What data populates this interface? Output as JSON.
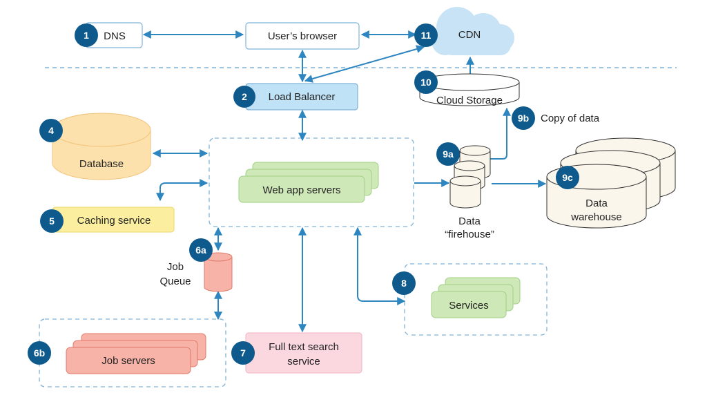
{
  "colors": {
    "badge": "#0f5a8c",
    "arrow": "#2e86c1",
    "dashed": "#7fb3d8",
    "load_balancer_fill": "#bfe2f6",
    "database_fill": "#fde1ad",
    "caching_fill": "#fbef9f",
    "web_servers_fill": "#cfe8b8",
    "services_fill": "#cfe8b8",
    "job_queue_fill": "#f7b3a8",
    "job_servers_fill": "#f7b3a8",
    "search_fill": "#fbd7e0",
    "cdn_fill": "#c8e3f6",
    "storage_fill": "#ffffff",
    "firehose_fill": "#fbf6ec",
    "warehouse_fill": "#fbf6ec"
  },
  "nodes": {
    "dns": {
      "badge": "1",
      "label": "DNS"
    },
    "browser": {
      "label": "User’s browser"
    },
    "cdn": {
      "badge": "11",
      "label": "CDN"
    },
    "load_balancer": {
      "badge": "2",
      "label": "Load Balancer"
    },
    "cloud_storage": {
      "badge": "10",
      "label": "Cloud Storage"
    },
    "copy_of_data": {
      "badge": "9b",
      "label": "Copy of data"
    },
    "database": {
      "badge": "4",
      "label": "Database"
    },
    "web_app_servers": {
      "label": "Web app servers"
    },
    "caching_service": {
      "badge": "5",
      "label": "Caching service"
    },
    "firehose": {
      "badge": "9a",
      "label_line1": "Data",
      "label_line2": "“firehouse”"
    },
    "warehouse": {
      "badge": "9c",
      "label_line1": "Data",
      "label_line2": "warehouse"
    },
    "job_queue": {
      "badge": "6a",
      "label_line1": "Job",
      "label_line2": "Queue"
    },
    "services": {
      "badge": "8",
      "label": "Services"
    },
    "job_servers": {
      "badge": "6b",
      "label": "Job servers"
    },
    "full_text_search": {
      "badge": "7",
      "label_line1": "Full text search",
      "label_line2": "service"
    }
  }
}
